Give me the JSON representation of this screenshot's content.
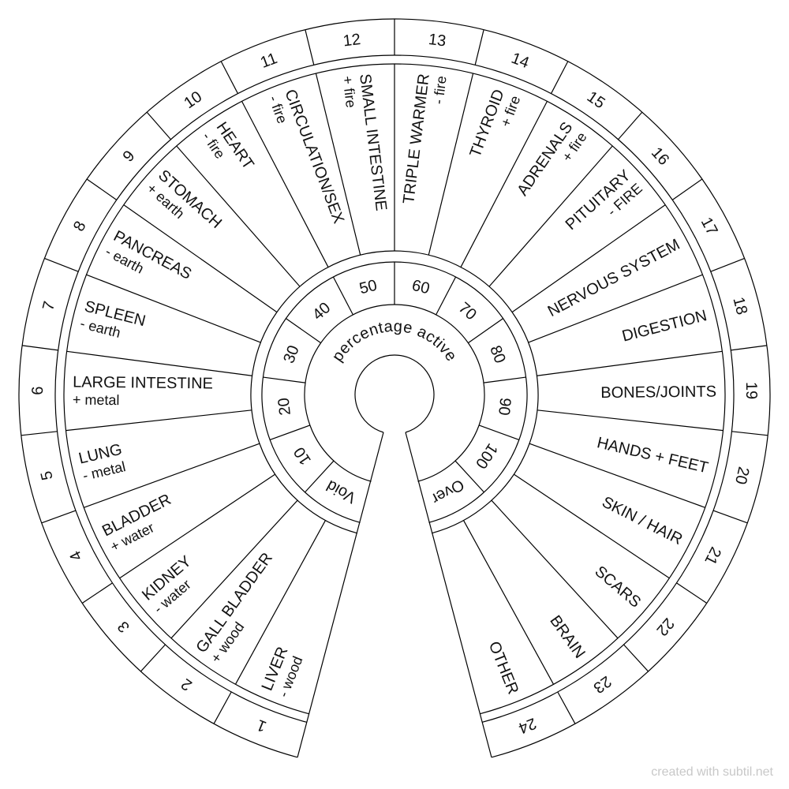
{
  "title": "percentage active",
  "numbers": [
    "1",
    "2",
    "3",
    "4",
    "5",
    "6",
    "7",
    "8",
    "9",
    "10",
    "11",
    "12",
    "13",
    "14",
    "15",
    "16",
    "17",
    "18",
    "19",
    "20",
    "21",
    "22",
    "23",
    "24"
  ],
  "labels": [
    {
      "main": "LIVER",
      "sub": "- wood"
    },
    {
      "main": "GALL BLADDER",
      "sub": "+ wood"
    },
    {
      "main": "KIDNEY",
      "sub": "- water"
    },
    {
      "main": "BLADDER",
      "sub": "+ water"
    },
    {
      "main": "LUNG",
      "sub": "- metal"
    },
    {
      "main": "LARGE INTESTINE",
      "sub": "+ metal"
    },
    {
      "main": "SPLEEN",
      "sub": "- earth"
    },
    {
      "main": "PANCREAS",
      "sub": "- earth"
    },
    {
      "main": "STOMACH",
      "sub": "+ earth"
    },
    {
      "main": "HEART",
      "sub": "- fire"
    },
    {
      "main": "CIRCULATION/SEX",
      "sub": "- fire"
    },
    {
      "main": "SMALL INTESTINE",
      "sub": "+ fire"
    },
    {
      "main": "TRIPLE WARMER",
      "sub": "- fire"
    },
    {
      "main": "THYROID",
      "sub": "+ fire"
    },
    {
      "main": "ADRENALS",
      "sub": "+ fire"
    },
    {
      "main": "PITUITARY",
      "sub": "- FIRE"
    },
    {
      "main": "NERVOUS SYSTEM",
      "sub": ""
    },
    {
      "main": "DIGESTION",
      "sub": ""
    },
    {
      "main": "BONES/JOINTS",
      "sub": ""
    },
    {
      "main": "HANDS + FEET",
      "sub": ""
    },
    {
      "main": "SKIN / HAIR",
      "sub": ""
    },
    {
      "main": "SCARS",
      "sub": ""
    },
    {
      "main": "BRAIN",
      "sub": ""
    },
    {
      "main": "OTHER",
      "sub": ""
    }
  ],
  "scale": [
    "Void",
    "10",
    "20",
    "30",
    "40",
    "50",
    "60",
    "70",
    "80",
    "90",
    "100",
    "Over"
  ],
  "footer": "created with subtil.net"
}
